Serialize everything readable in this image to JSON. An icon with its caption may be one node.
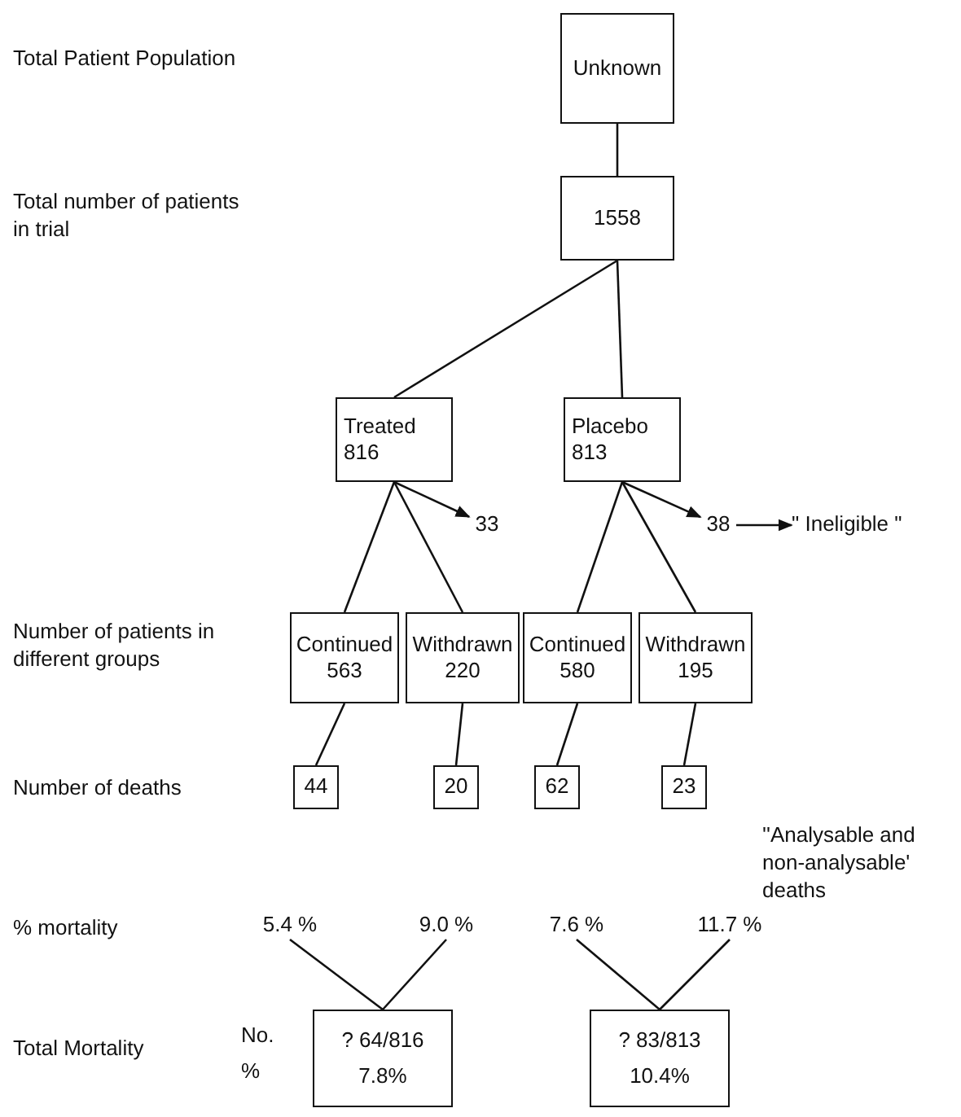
{
  "diagram": {
    "nodes": [
      {
        "text": [
          "Unknown"
        ]
      },
      {
        "text": [
          "1558"
        ]
      },
      {
        "text": [
          "Treated 816"
        ]
      },
      {
        "text": [
          "Placebo 813"
        ]
      },
      {
        "text": [
          "Continued 563"
        ]
      },
      {
        "text": [
          "Withdrawn 220"
        ]
      },
      {
        "text": [
          "Continued 580"
        ]
      },
      {
        "text": [
          "Withdrawn 195"
        ]
      },
      {
        "text": [
          "44"
        ]
      },
      {
        "text": [
          "20"
        ]
      },
      {
        "text": [
          "62"
        ]
      },
      {
        "text": [
          "23"
        ]
      },
      {
        "text": [
          "33"
        ]
      },
      {
        "text": [
          "38"
        ]
      },
      {
        "text": [
          "\" Ineligible \""
        ]
      },
      {
        "text": [
          "5.4 %"
        ]
      },
      {
        "text": [
          "9.0 %"
        ]
      },
      {
        "text": [
          "7.6 %"
        ]
      },
      {
        "text": [
          "11.7 %"
        ]
      },
      {
        "text": [
          "? 64/816",
          "7.8%"
        ]
      },
      {
        "text": [
          "? 83/813",
          "10.4%"
        ]
      }
    ],
    "edges": [
      {
        "from": 0,
        "to": 1,
        "arrow": "none"
      },
      {
        "from": 1,
        "to": 2,
        "arrow": "none"
      },
      {
        "from": 1,
        "to": 3,
        "arrow": "none"
      },
      {
        "from": 2,
        "to": 4,
        "arrow": "none"
      },
      {
        "from": 2,
        "to": 5,
        "arrow": "none"
      },
      {
        "from": 2,
        "to": 12,
        "arrow": "to"
      },
      {
        "from": 3,
        "to": 6,
        "arrow": "none"
      },
      {
        "from": 3,
        "to": 7,
        "arrow": "none"
      },
      {
        "from": 3,
        "to": 13,
        "arrow": "to"
      },
      {
        "from": 13,
        "to": 14,
        "arrow": "to"
      },
      {
        "from": 4,
        "to": 8,
        "arrow": "none"
      },
      {
        "from": 5,
        "to": 9,
        "arrow": "none"
      },
      {
        "from": 6,
        "to": 10,
        "arrow": "none"
      },
      {
        "from": 7,
        "to": 11,
        "arrow": "none"
      },
      {
        "from": 15,
        "to": 19,
        "arrow": "none"
      },
      {
        "from": 16,
        "to": 19,
        "arrow": "none"
      },
      {
        "from": 17,
        "to": 20,
        "arrow": "none"
      },
      {
        "from": 18,
        "to": 20,
        "arrow": "none"
      }
    ],
    "labels": [
      "Total Patient Population",
      "Total number of patients in trial",
      "Number of patients in different groups",
      "Number of deaths",
      "''Analysable and non-analysable' deaths",
      "% mortality",
      "Total Mortality",
      "No.",
      "%"
    ]
  }
}
